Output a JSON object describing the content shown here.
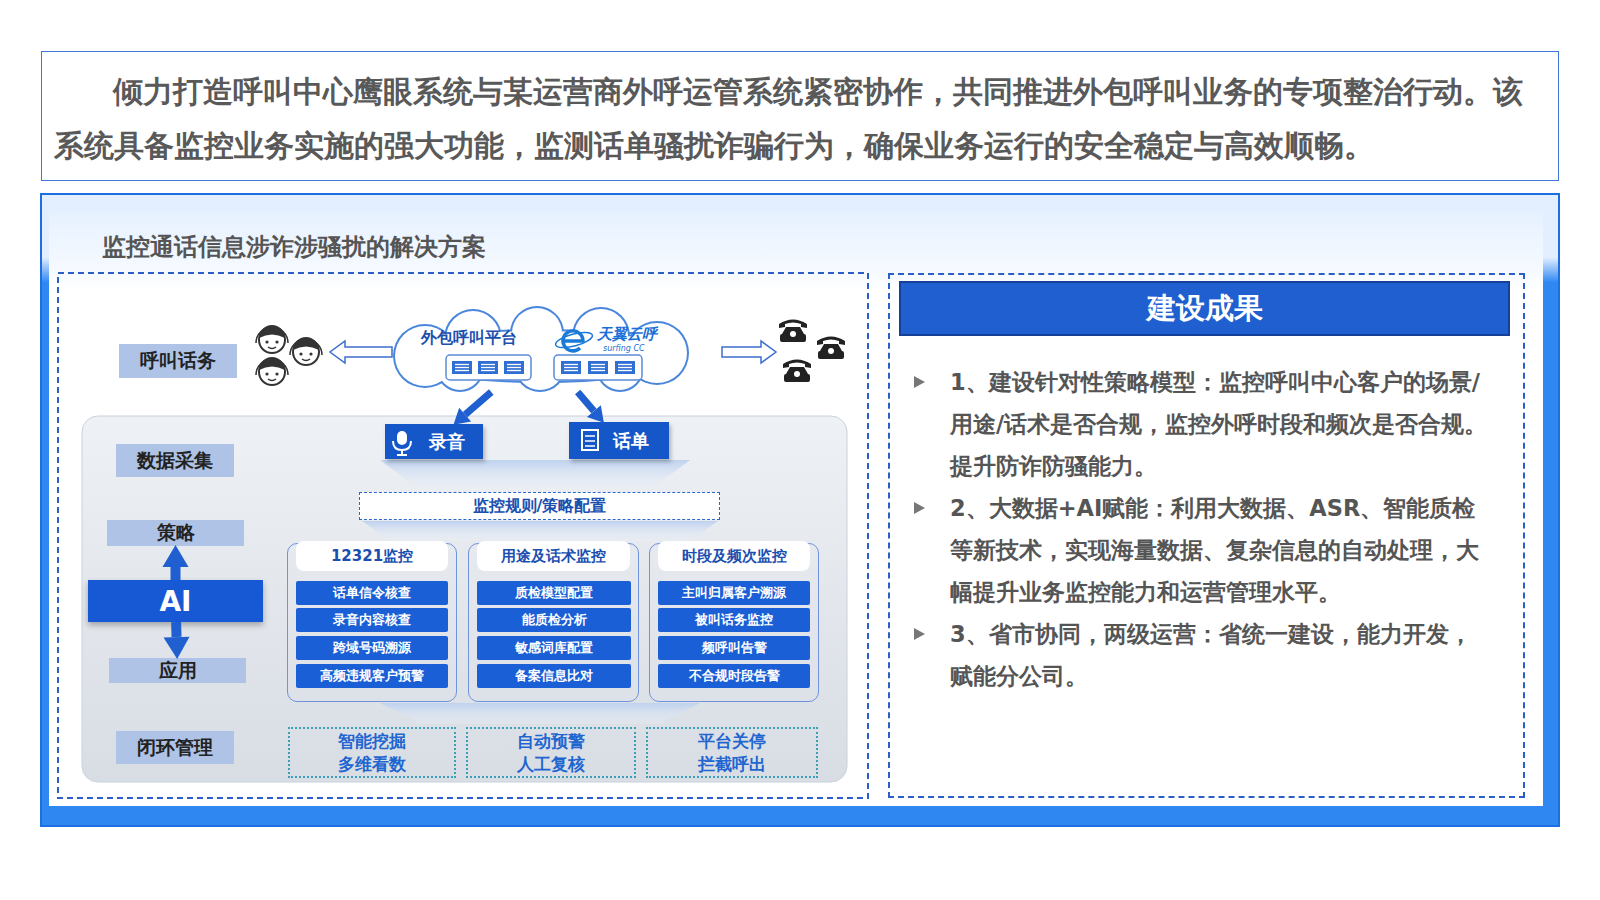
{
  "diagram": {
    "title": "监控通话信息涉诈涉骚扰的解决方案",
    "nodes": [
      {
        "text": [
          "倾力打造呼叫中心鹰眼系统与某运营商外呼运管系统紧密协作，共同推进外包呼叫业务的专项整治行动。该系统具备监控业务实施的强大功能，监测话单骚扰诈骗行为，确保业务运行的安全稳定与高效顺畅。"
        ]
      },
      {
        "text": [
          "监控通话信息涉诈涉骚扰的解决方案"
        ]
      },
      {
        "text": [
          "呼叫话务"
        ],
        "in": 1
      },
      {
        "text": [
          "外包呼叫平台",
          "天翼云呼",
          "surfing CC"
        ],
        "in": 1
      },
      {
        "text": [
          "数据采集"
        ],
        "in": 1
      },
      {
        "text": [
          "录音"
        ],
        "in": 1
      },
      {
        "text": [
          "话单"
        ],
        "in": 1
      },
      {
        "text": [
          "监控规则/策略配置"
        ],
        "in": 1
      },
      {
        "text": [
          "策略"
        ],
        "in": 1
      },
      {
        "text": [
          "AI"
        ],
        "in": 1
      },
      {
        "text": [
          "应用"
        ],
        "in": 1
      },
      {
        "text": [
          "12321监控"
        ],
        "in": 1
      },
      {
        "text": [
          "话单信令核查"
        ],
        "in": 11
      },
      {
        "text": [
          "录音内容核查"
        ],
        "in": 11
      },
      {
        "text": [
          "跨域号码溯源"
        ],
        "in": 11
      },
      {
        "text": [
          "高频违规客户预警"
        ],
        "in": 11
      },
      {
        "text": [
          "用途及话术监控"
        ],
        "in": 1
      },
      {
        "text": [
          "质检模型配置"
        ],
        "in": 16
      },
      {
        "text": [
          "能质检分析"
        ],
        "in": 16
      },
      {
        "text": [
          "敏感词库配置"
        ],
        "in": 16
      },
      {
        "text": [
          "备案信息比对"
        ],
        "in": 16
      },
      {
        "text": [
          "时段及频次监控"
        ],
        "in": 1
      },
      {
        "text": [
          "主叫归属客户溯源"
        ],
        "in": 21
      },
      {
        "text": [
          "被叫话务监控"
        ],
        "in": 21
      },
      {
        "text": [
          "频呼叫告警"
        ],
        "in": 21
      },
      {
        "text": [
          "不合规时段告警"
        ],
        "in": 21
      },
      {
        "text": [
          "闭环管理"
        ],
        "in": 1
      },
      {
        "text": [
          "智能挖掘 多维看数"
        ],
        "in": 1
      },
      {
        "text": [
          "自动预警 人工复核"
        ],
        "in": 1
      },
      {
        "text": [
          "平台关停 拦截呼出"
        ],
        "in": 1
      },
      {
        "text": [
          "1、建设针对性策略模型：监控呼叫中心客户的场景/用途/话术是否合规，监控外呼时段和频次是否合规。提升防诈防骚能力。",
          "2、大数据+AI赋能：利用大数据、ASR、智能质检等新技术，实现海量数据、复杂信息的自动处理，大幅提升业务监控能力和运营管理水平。",
          "3、省市协同，两级运营：省统一建设，能力开发，赋能分公司。"
        ],
        "in": 1
      },
      {
        "text": [
          "建设成果"
        ],
        "in": 30
      }
    ],
    "edges": [
      {
        "from": 3,
        "to": 5,
        "arrow": "to"
      },
      {
        "from": 3,
        "to": 6,
        "arrow": "to"
      },
      {
        "from": 9,
        "to": 8,
        "arrow": "to"
      },
      {
        "from": 9,
        "to": 10,
        "arrow": "to"
      }
    ]
  }
}
